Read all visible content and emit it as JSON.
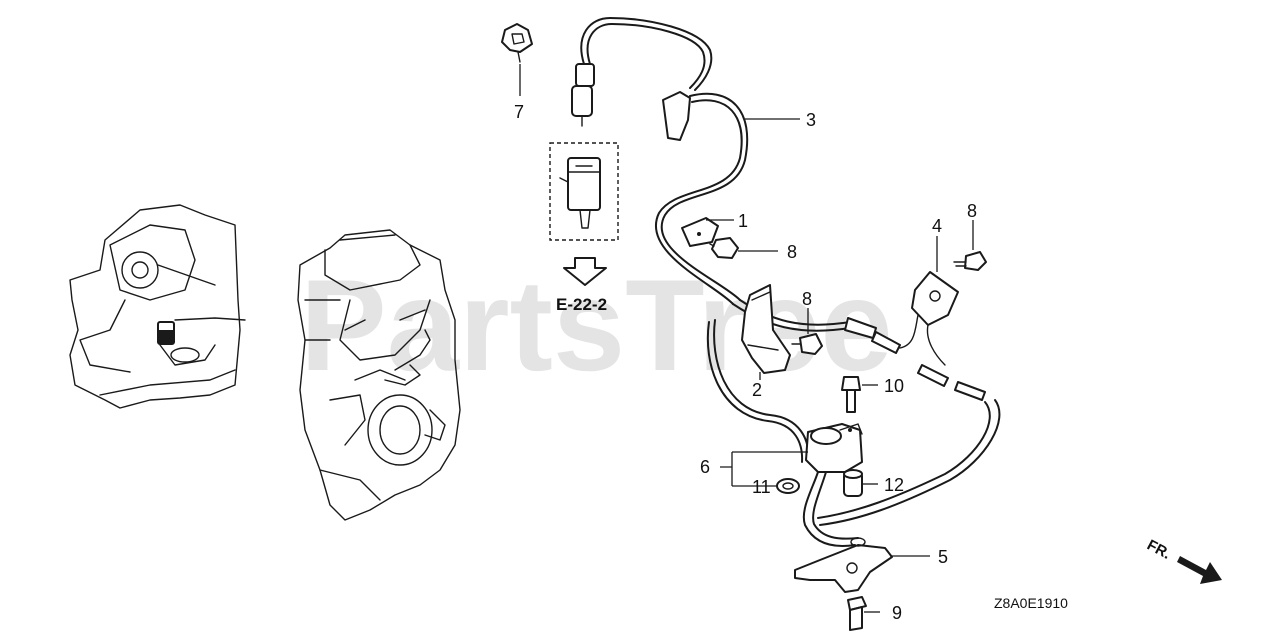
{
  "watermark": "PartsTree",
  "section_ref": "E-22-2",
  "diagram_code": "Z8A0E1910",
  "front_label": "FR.",
  "callouts": {
    "c1": "1",
    "c2": "2",
    "c3": "3",
    "c4": "4",
    "c5": "5",
    "c6": "6",
    "c7": "7",
    "c8a": "8",
    "c8b": "8",
    "c8c": "8",
    "c9": "9",
    "c10": "10",
    "c11": "11",
    "c12": "12"
  }
}
